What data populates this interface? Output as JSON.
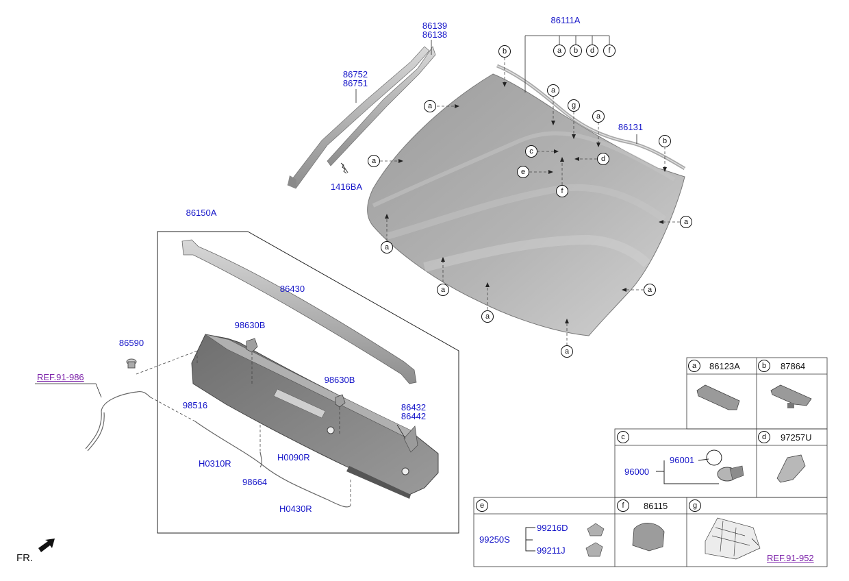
{
  "diagram": {
    "windshield_assembly": "86111A",
    "assembly_callouts": [
      "a",
      "b",
      "d",
      "f"
    ],
    "side_mould_upper": "86139",
    "side_mould_upper_alt": "86138",
    "side_mould_lower": "86752",
    "side_mould_lower_alt": "86751",
    "fastener": "1416BA",
    "top_mould": "86131",
    "cowl_assembly": "86150A",
    "weatherstrip": "86430",
    "nozzle_1": "98630B",
    "nozzle_2": "98630B",
    "grommet": "86590",
    "hose_connector": "98516",
    "hose_1": "H0310R",
    "hose_2": "H0090R",
    "hose_3": "H0430R",
    "joint": "98664",
    "cowl_ext_1": "86432",
    "cowl_ext_2": "86442",
    "ref_washer": "REF.91-986",
    "front_label": "FR."
  },
  "callout_letters": {
    "a": "a",
    "b": "b",
    "c": "c",
    "d": "d",
    "e": "e",
    "f": "f",
    "g": "g"
  },
  "legend": {
    "a": {
      "letter": "a",
      "part": "86123A"
    },
    "b": {
      "letter": "b",
      "part": "87864"
    },
    "c": {
      "letter": "c",
      "part": "",
      "sub_assembly": "96000",
      "sub_part": "96001"
    },
    "d": {
      "letter": "d",
      "part": "97257U"
    },
    "e": {
      "letter": "e",
      "part": "",
      "sub_assembly": "99250S",
      "sub_part_1": "99216D",
      "sub_part_2": "99211J"
    },
    "f": {
      "letter": "f",
      "part": "86115"
    },
    "g": {
      "letter": "g",
      "part": "",
      "ref": "REF.91-952"
    }
  }
}
